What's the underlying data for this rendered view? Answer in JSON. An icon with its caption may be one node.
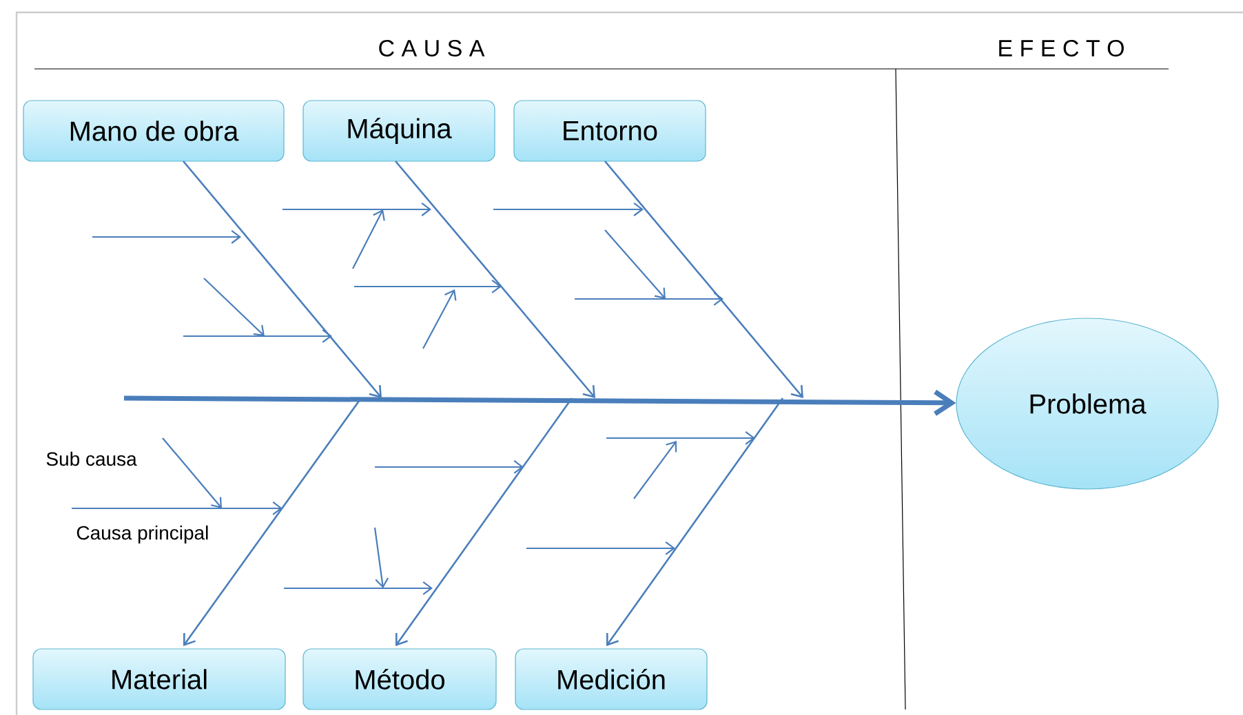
{
  "diagram": {
    "nodes": [
      {
        "text": [
          "Mano de obra"
        ]
      },
      {
        "text": [
          "Máquina"
        ]
      },
      {
        "text": [
          "Entorno"
        ]
      },
      {
        "text": [
          "Material"
        ]
      },
      {
        "text": [
          "Método"
        ]
      },
      {
        "text": [
          "Medición"
        ]
      },
      {
        "text": [
          "Problema"
        ]
      }
    ],
    "edges": [
      {
        "from": 0,
        "to": null,
        "arrow": "to"
      },
      {
        "from": 1,
        "to": null,
        "arrow": "to"
      },
      {
        "from": 2,
        "to": null,
        "arrow": "to"
      },
      {
        "from": null,
        "to": 3,
        "arrow": "to"
      },
      {
        "from": null,
        "to": 4,
        "arrow": "to"
      },
      {
        "from": null,
        "to": 5,
        "arrow": "to"
      },
      {
        "from": null,
        "to": 6,
        "arrow": "to",
        "style": "thick"
      }
    ],
    "labels": [
      "C A U S A",
      "E F E C T O",
      "Sub causa",
      "Causa principal"
    ]
  }
}
